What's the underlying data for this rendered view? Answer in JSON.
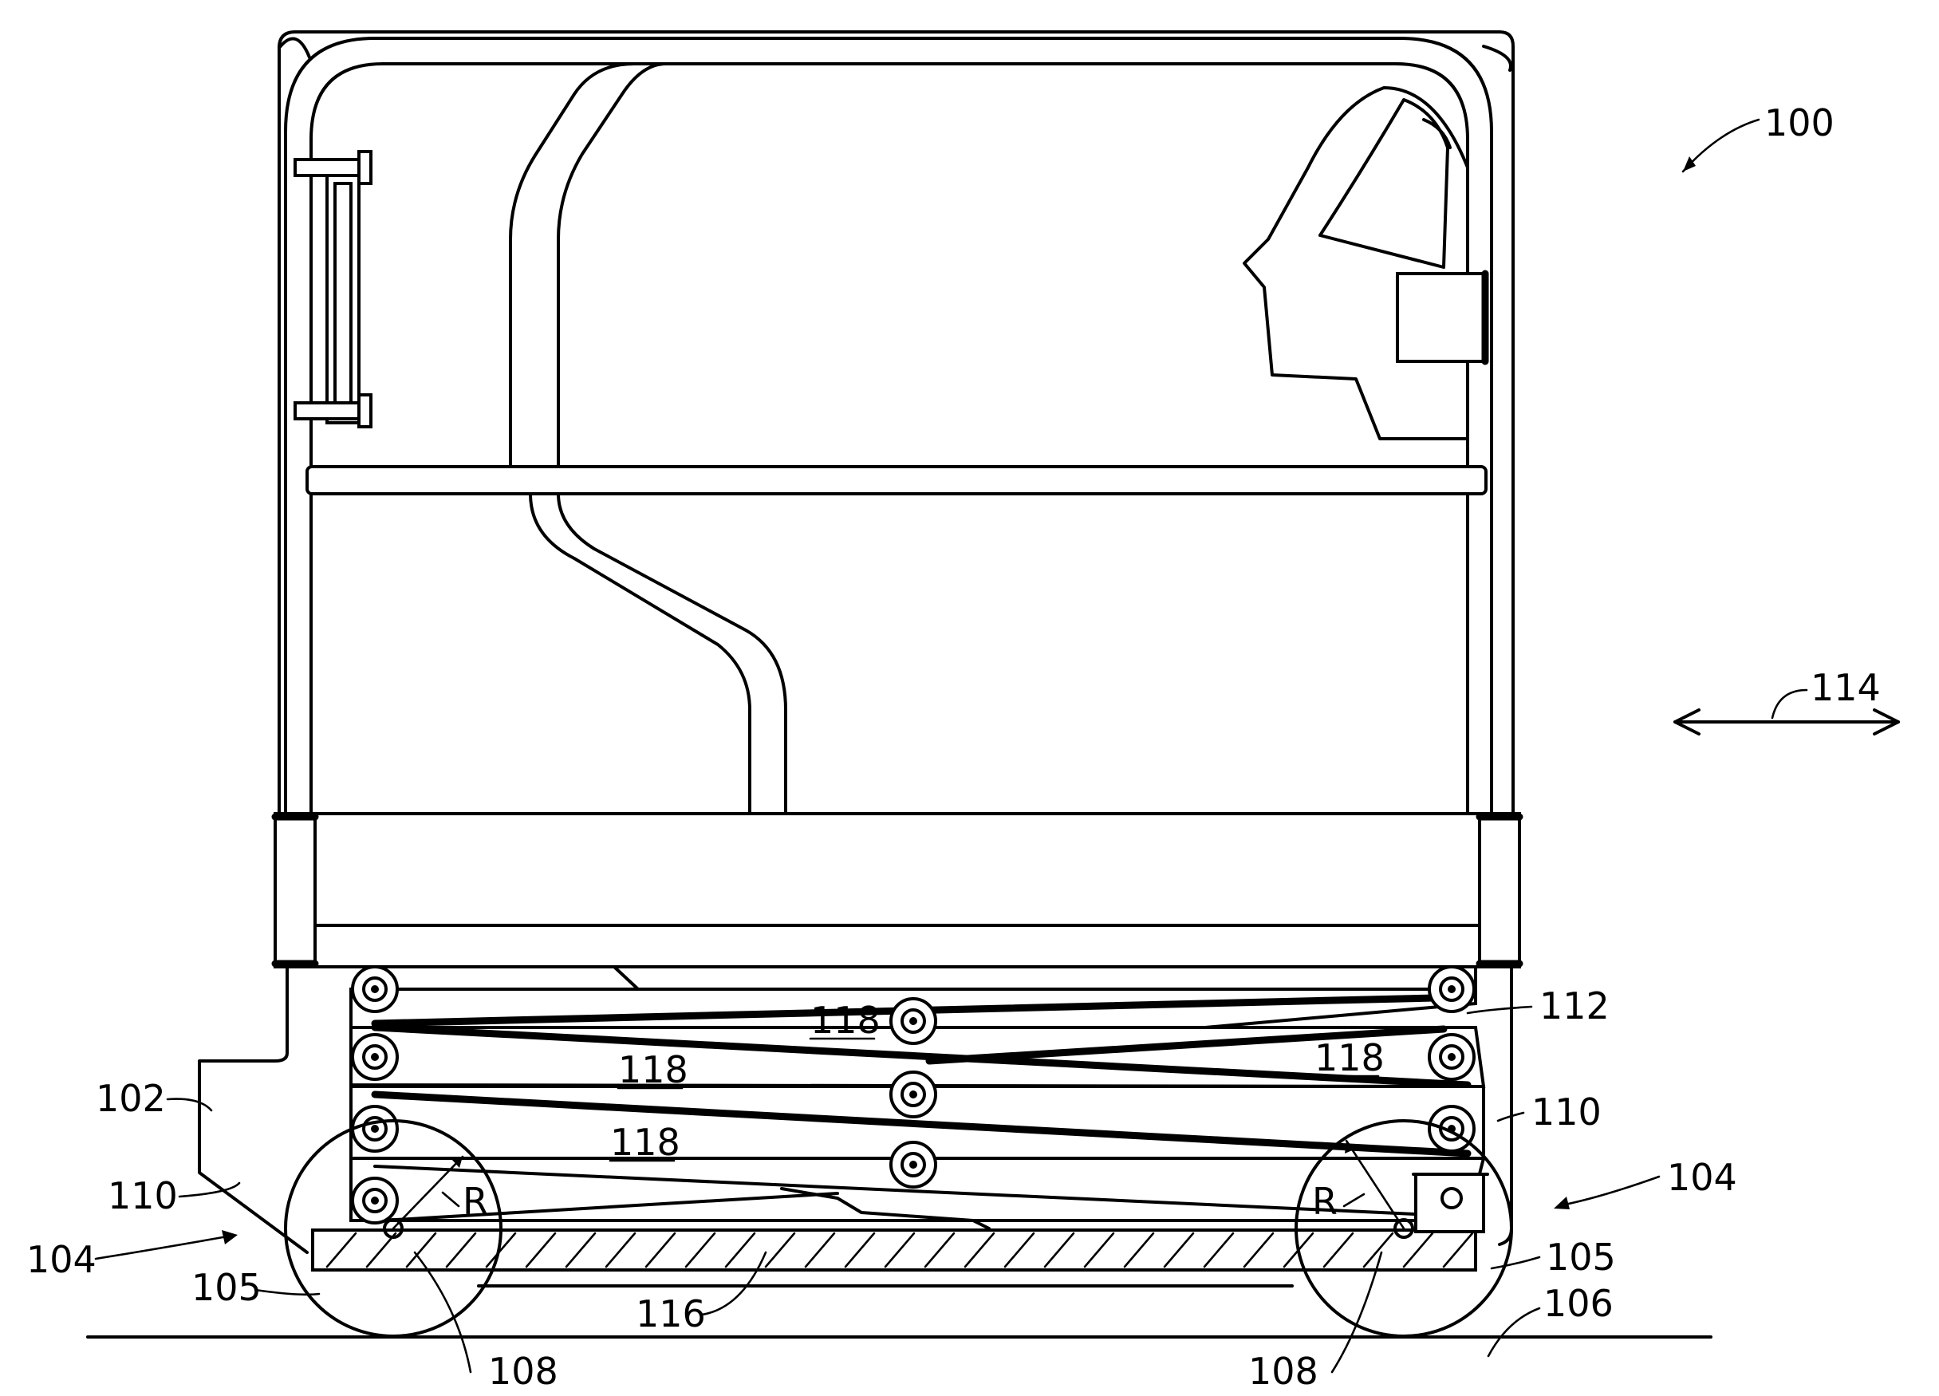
{
  "figure": {
    "labels": {
      "ref_100": "100",
      "ref_102": "102",
      "ref_104_left": "104",
      "ref_104_right": "104",
      "ref_105_left": "105",
      "ref_105_right": "105",
      "ref_106": "106",
      "ref_108_left": "108",
      "ref_108_right": "108",
      "ref_110_left": "110",
      "ref_110_right": "110",
      "ref_112": "112",
      "ref_114": "114",
      "ref_116": "116",
      "ref_118_a": "118",
      "ref_118_b": "118",
      "ref_118_c": "118",
      "ref_118_d": "118",
      "radius_left": "R",
      "radius_right": "R"
    }
  }
}
